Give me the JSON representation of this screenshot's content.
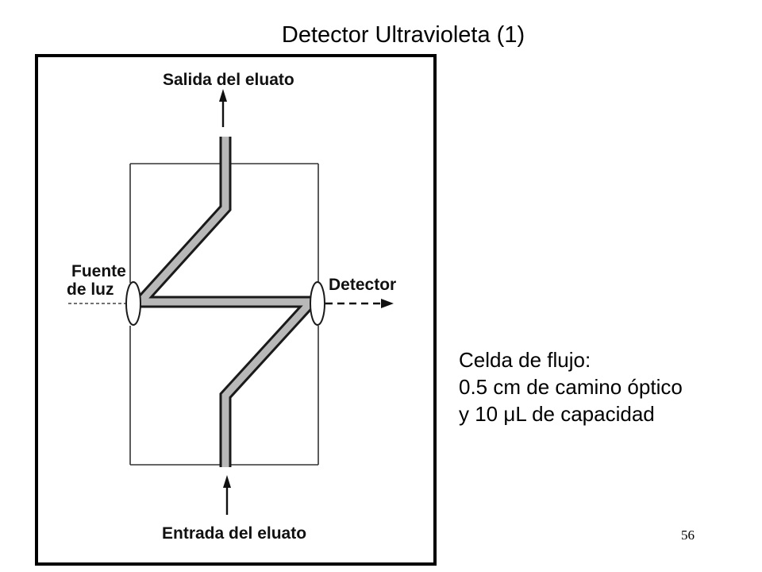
{
  "slide": {
    "title": "Detector Ultravioleta (1)",
    "page_number": "56"
  },
  "diagram": {
    "labels": {
      "outlet": "Salida del eluato",
      "light_source_line1": "Fuente",
      "light_source_line2": "de luz",
      "detector": "Detector",
      "inlet": "Entrada del eluato"
    }
  },
  "caption": {
    "line1": "Celda de flujo:",
    "line2": "0.5 cm de camino óptico",
    "line3": "y 10 μL de capacidad"
  }
}
